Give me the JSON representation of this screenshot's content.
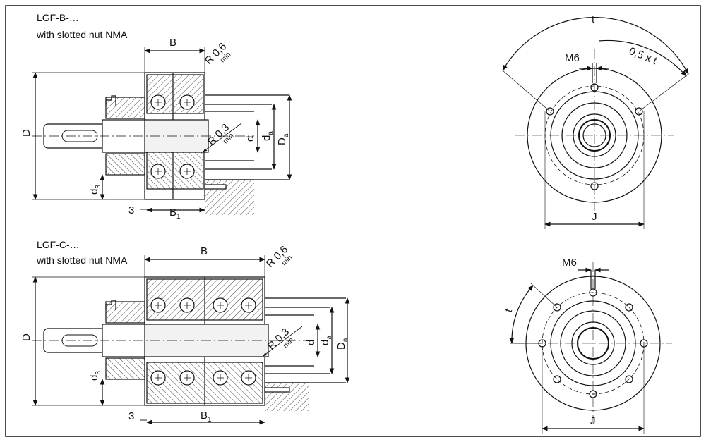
{
  "top": {
    "title": "LGF-B-…",
    "subtitle": "with slotted nut NMA",
    "dims": {
      "B": "B",
      "R06": "R 0,6",
      "min1": "min.",
      "R03": "R 0,3",
      "min2": "min.",
      "d": "d",
      "da_main": "d",
      "da_sub": "a",
      "Da_main": "D",
      "Da_sub": "a",
      "D": "D",
      "d3_main": "d",
      "d3_sub": "3",
      "three": "3",
      "B1_main": "B",
      "B1_sub": "1"
    },
    "front": {
      "t": "t",
      "half_t": "0,5 x t",
      "M6": "M6",
      "J": "J"
    }
  },
  "bottom": {
    "title": "LGF-C-…",
    "subtitle": "with slotted nut NMA",
    "dims": {
      "B": "B",
      "R06": "R 0,6",
      "min1": "min.",
      "R03": "R 0,3",
      "min2": "min.",
      "d": "d",
      "da_main": "d",
      "da_sub": "a",
      "Da_main": "D",
      "Da_sub": "a",
      "D": "D",
      "d3_main": "d",
      "d3_sub": "3",
      "three": "3",
      "B1_main": "B",
      "B1_sub": "1"
    },
    "front": {
      "t": "t",
      "M6": "M6",
      "J": "J"
    }
  },
  "colors": {
    "line": "#111111",
    "hatch": "#444444",
    "paper": "#ffffff",
    "shade": "#e6e6e6"
  }
}
